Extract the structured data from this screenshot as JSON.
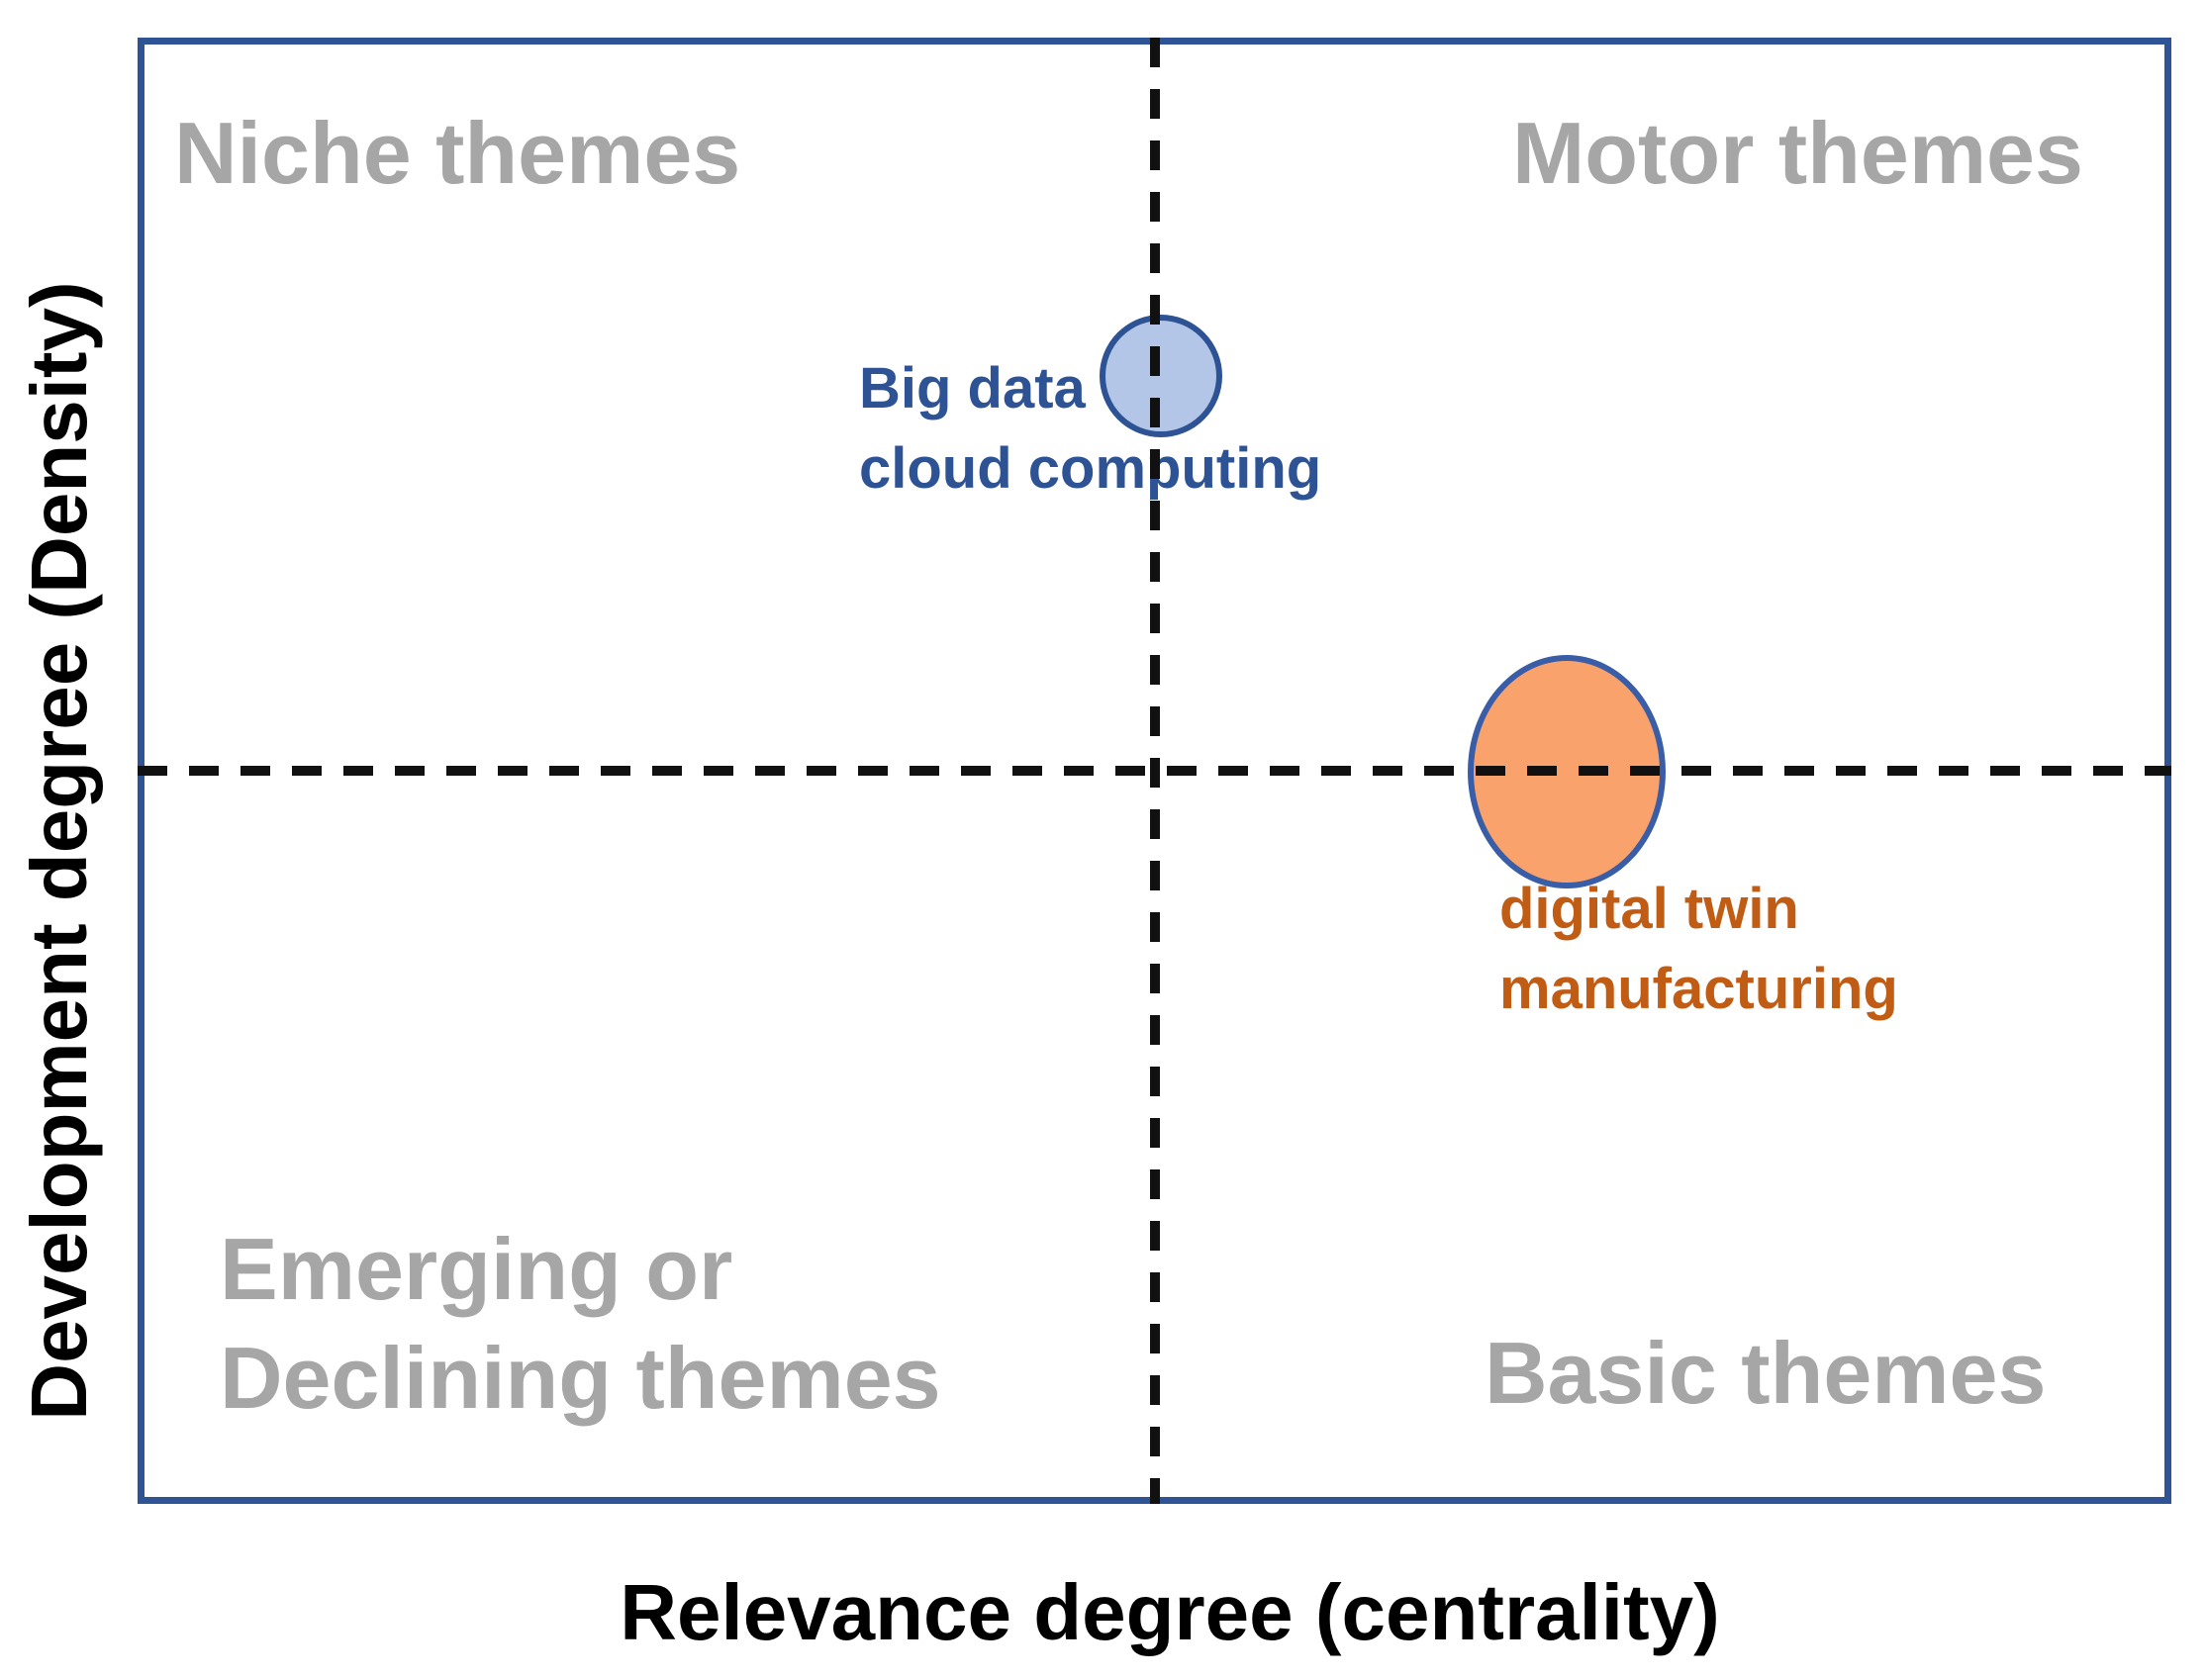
{
  "diagram": {
    "type": "quadrant-thematic-map",
    "x_axis": {
      "label": "Relevance degree (centrality)"
    },
    "y_axis": {
      "label": "Development degree (Density)"
    },
    "quadrants": {
      "niche": {
        "label": "Niche themes"
      },
      "motor": {
        "label": "Motor themes"
      },
      "emerging": {
        "line1": "Emerging or",
        "line2": "Declining themes"
      },
      "basic": {
        "label": "Basic themes"
      }
    },
    "bubbles": {
      "big_data": {
        "line1": "Big data",
        "line2": "cloud computing",
        "fill": "#b3c6e7",
        "stroke": "#2e5395",
        "label_color": "#2e5395"
      },
      "digital_twin": {
        "line1": "digital twin",
        "line2": "manufacturing",
        "fill": "#f9a26b",
        "stroke": "#3a5da8",
        "label_color": "#c05c14"
      }
    },
    "colors": {
      "frame": "#2f5496",
      "quadrant_label": "#a6a6a6",
      "dashed_line": "#111111",
      "axis_label": "#000000",
      "background": "#ffffff"
    }
  }
}
